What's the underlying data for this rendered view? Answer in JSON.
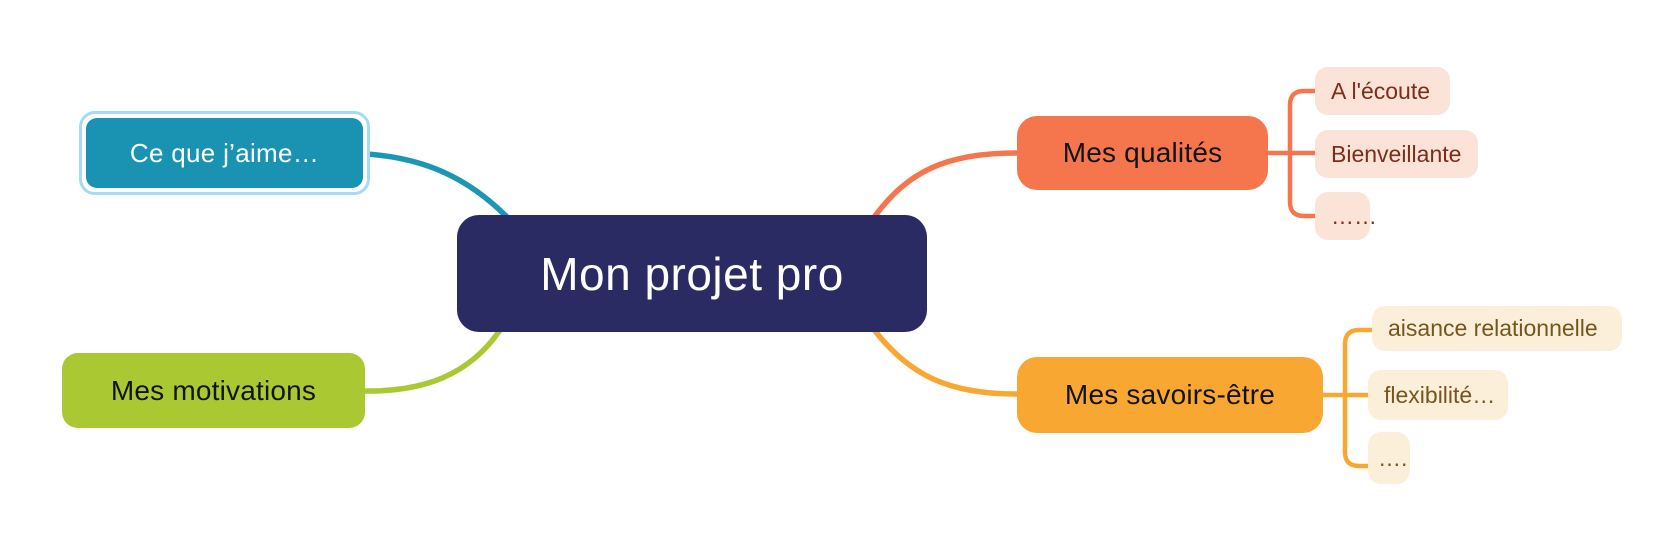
{
  "title": "Mon projet pro",
  "center": {
    "label": "Mon projet pro",
    "color": "#2a2b63",
    "text_color": "#ffffff"
  },
  "branches": [
    {
      "id": "ce-que-jaime",
      "label": "Ce que j’aime…",
      "color": "#1a93b3",
      "text_color": "#ffffff",
      "selected": true,
      "selection_ring_color": "#a8daf2",
      "children": []
    },
    {
      "id": "mes-motivations",
      "label": "Mes motivations",
      "color": "#a9c831",
      "text_color": "#131313",
      "selected": false,
      "children": []
    },
    {
      "id": "mes-qualites",
      "label": "Mes qualités",
      "color": "#f5764c",
      "text_color": "#131313",
      "selected": false,
      "child_bg": "#fbe3d8",
      "child_text_color": "#7b2f1a",
      "children": [
        {
          "label": "A l'écoute"
        },
        {
          "label": "Bienveillante"
        },
        {
          "label": "……"
        }
      ]
    },
    {
      "id": "mes-savoirs-etre",
      "label": "Mes savoirs-être",
      "color": "#f8a832",
      "text_color": "#131313",
      "selected": false,
      "child_bg": "#fcefda",
      "child_text_color": "#75561d",
      "children": [
        {
          "label": "aisance relationnelle"
        },
        {
          "label": "flexibilité…"
        },
        {
          "label": "…."
        }
      ]
    }
  ],
  "colors": {
    "background": "#ffffff",
    "connector_teal": "#1b96b5",
    "connector_green": "#a9c831",
    "connector_coral": "#f5764c",
    "connector_amber": "#f8a832"
  }
}
